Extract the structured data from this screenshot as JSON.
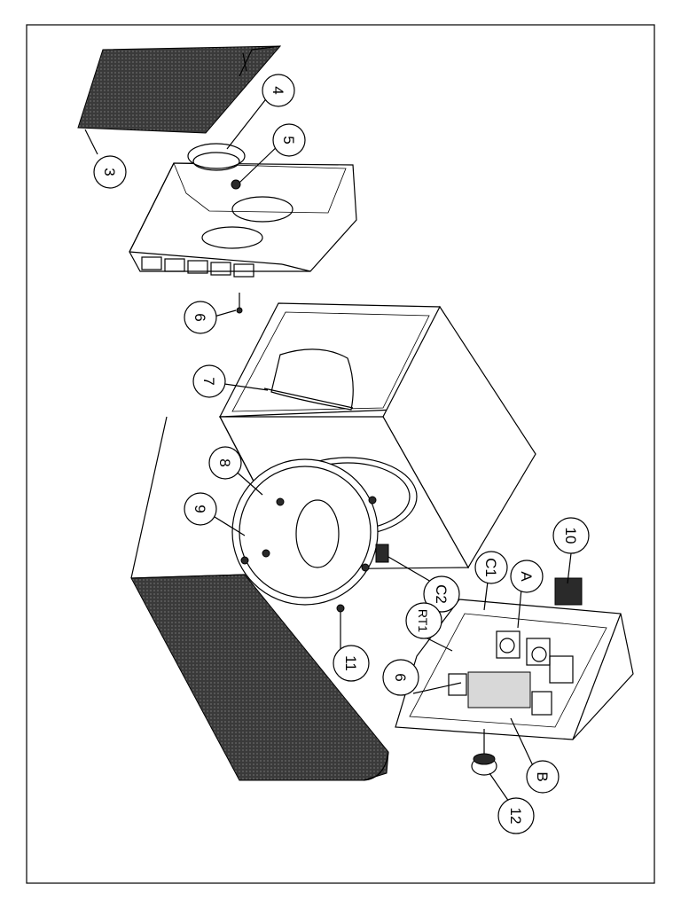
{
  "callouts": [
    {
      "id": "3",
      "label": "3"
    },
    {
      "id": "4",
      "label": "4"
    },
    {
      "id": "5",
      "label": "5"
    },
    {
      "id": "6a",
      "label": "6"
    },
    {
      "id": "7",
      "label": "7"
    },
    {
      "id": "8",
      "label": "8"
    },
    {
      "id": "9",
      "label": "9"
    },
    {
      "id": "10",
      "label": "10"
    },
    {
      "id": "11",
      "label": "11"
    },
    {
      "id": "12",
      "label": "12"
    },
    {
      "id": "C1",
      "label": "C1"
    },
    {
      "id": "C2",
      "label": "C2"
    },
    {
      "id": "A",
      "label": "A"
    },
    {
      "id": "RT1",
      "label": "RT1"
    },
    {
      "id": "6b",
      "label": "6"
    },
    {
      "id": "B",
      "label": "B"
    }
  ]
}
